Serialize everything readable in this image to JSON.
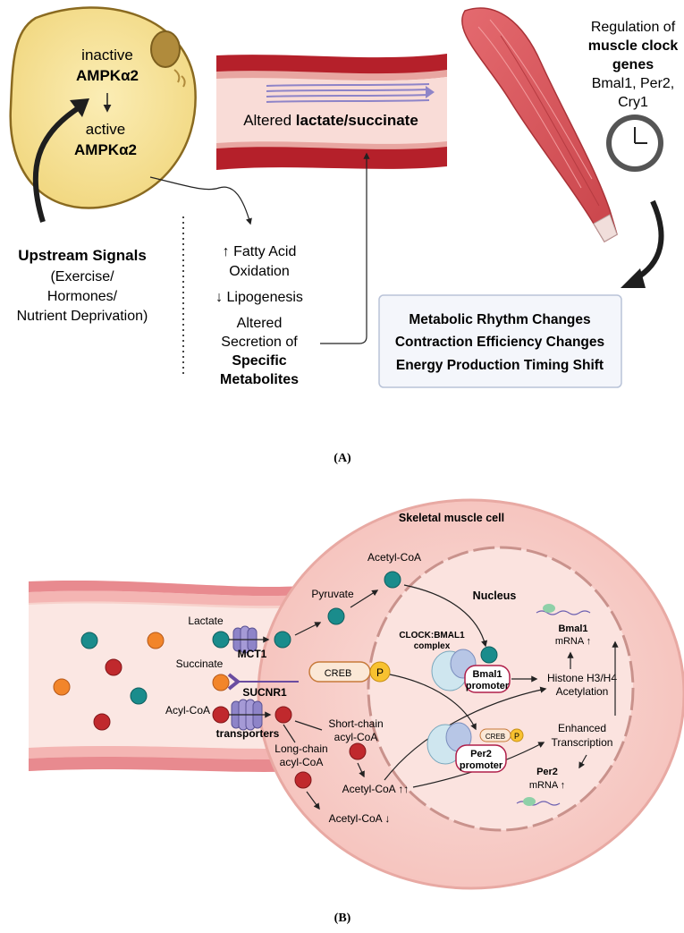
{
  "panel_a": {
    "cell": {
      "inactive": "inactive",
      "ampk1": "AMPKα2",
      "active": "active",
      "ampk2": "AMPKα2"
    },
    "vessel_label_pre": "Altered ",
    "vessel_label_bold": "lactate/succinate",
    "clock": {
      "line1": "Regulation of",
      "line2": "muscle clock",
      "line3": "genes",
      "line4": "Bmal1, Per2,",
      "line5": "Cry1"
    },
    "upstream": {
      "title": "Upstream Signals",
      "l1": "(Exercise/",
      "l2": "Hormones/",
      "l3": "Nutrient Deprivation)"
    },
    "effects": {
      "fao1": "↑ Fatty Acid",
      "fao2": "Oxidation",
      "lipo": "↓ Lipogenesis",
      "sec1": "Altered",
      "sec2": "Secretion of",
      "sec3": "Specific",
      "sec4": "Metabolites"
    },
    "outcomes": [
      "Metabolic Rhythm Changes",
      "Contraction Efficiency Changes",
      "Energy Production Timing Shift"
    ],
    "caption": "(A)"
  },
  "panel_b": {
    "cell_title": "Skeletal muscle cell",
    "nucleus": "Nucleus",
    "lactate": "Lactate",
    "succinate": "Succinate",
    "acylcoa": "Acyl-CoA",
    "mct1": "MCT1",
    "sucnr1": "SUCNR1",
    "transporters": "transporters",
    "pyruvate": "Pyruvate",
    "acetylcoa_top": "Acetyl-CoA",
    "creb": "CREB",
    "p": "P",
    "short1": "Short-chain",
    "short2": "acyl-CoA",
    "long1": "Long-chain",
    "long2": "acyl-CoA",
    "acetyl_up": "Acetyl-CoA ↑↑",
    "acetyl_down": "Acetyl-CoA ↓",
    "clock1": "CLOCK:BMAL1",
    "clock2": "complex",
    "bmal1_p1": "Bmal1",
    "bmal1_p2": "promoter",
    "per2_p1": "Per2",
    "per2_p2": "promoter",
    "bmal1_mrna1": "Bmal1",
    "bmal1_mrna2": "mRNA ↑",
    "histone1": "Histone H3/H4",
    "histone2": "Acetylation",
    "enh1": "Enhanced",
    "enh2": "Transcription",
    "per2_mrna1": "Per2",
    "per2_mrna2": "mRNA ↑",
    "caption": "(B)"
  },
  "colors": {
    "cell_yellow": "#f6e29a",
    "vessel_red": "#b5202a",
    "vessel_pink": "#f7d2cc",
    "muscle": "#d9545a",
    "teal": "#1a8c8c",
    "orange": "#f2852a",
    "darkred": "#c0292d",
    "purple": "#8e84c8",
    "box_border": "#b9c3d8",
    "box_fill": "#f4f6fb"
  }
}
